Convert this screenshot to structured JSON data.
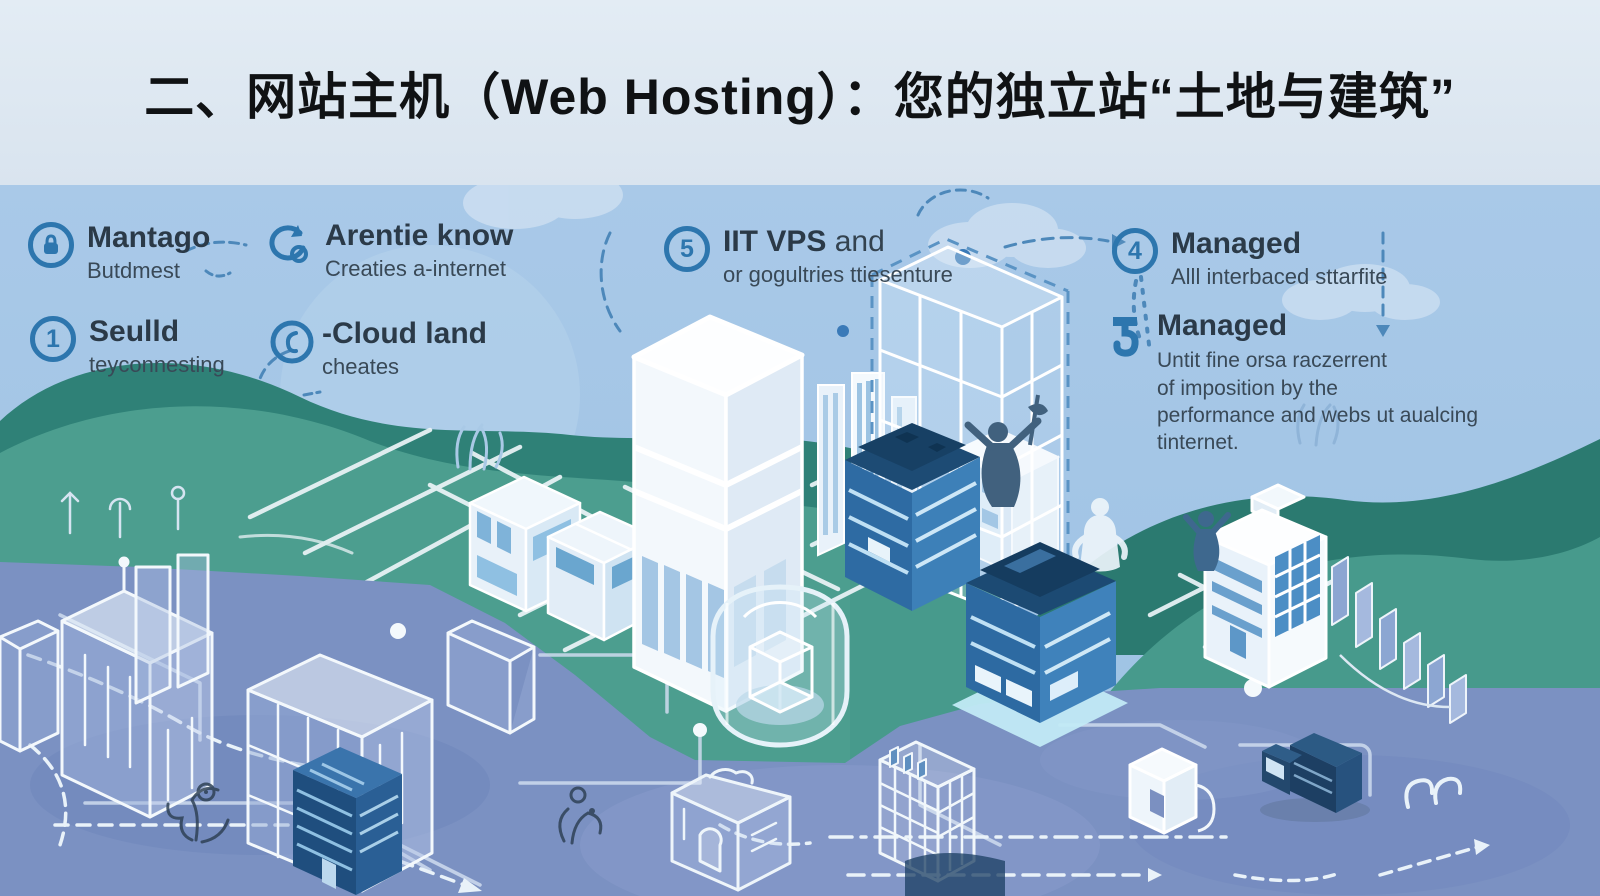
{
  "header": {
    "title": "二、网站主机（Web Hosting）：您的独立站“土地与建筑”"
  },
  "callouts": [
    {
      "icon": "lock-badge-icon",
      "title": "Mantago",
      "subtitle": "Butdmest"
    },
    {
      "icon": "circular-arrows-icon",
      "title": "Arentie know",
      "subtitle": "Creaties a-internet"
    },
    {
      "icon": "number-5-badge",
      "number": "5",
      "title_bold": "IIT VPS",
      "title_rest": " and",
      "subtitle": "or gogultries ttiesenture"
    },
    {
      "icon": "number-4-badge",
      "number": "4",
      "title": "Managed",
      "subtitle": "Alll interbaced sttarfite"
    },
    {
      "icon": "number-1-badge",
      "number": "1",
      "title": "Seulld",
      "subtitle": "teyconnesting"
    },
    {
      "icon": "spiral-badge-icon",
      "title": "-Cloud land",
      "subtitle": "cheates"
    },
    {
      "icon": "hook-icon",
      "title": "Managed",
      "subtitle": "Untit fine orsa raczerrent\nof imposition by the\nperformance and webs ut aualcing\ntinternet."
    }
  ],
  "palette": {
    "header_bg": "#dde6f0",
    "title_text": "#101214",
    "sky": "#a2c4e5",
    "hill_green": "#4c9e8f",
    "hill_green_dark": "#2f8177",
    "ground_slate": "#7b91c2",
    "accent_blue": "#2d76ae",
    "server_blue": "#3579b4",
    "server_navy": "#1d4b74",
    "building_white": "#f4f9fc",
    "label_text": "#2b3a48"
  }
}
